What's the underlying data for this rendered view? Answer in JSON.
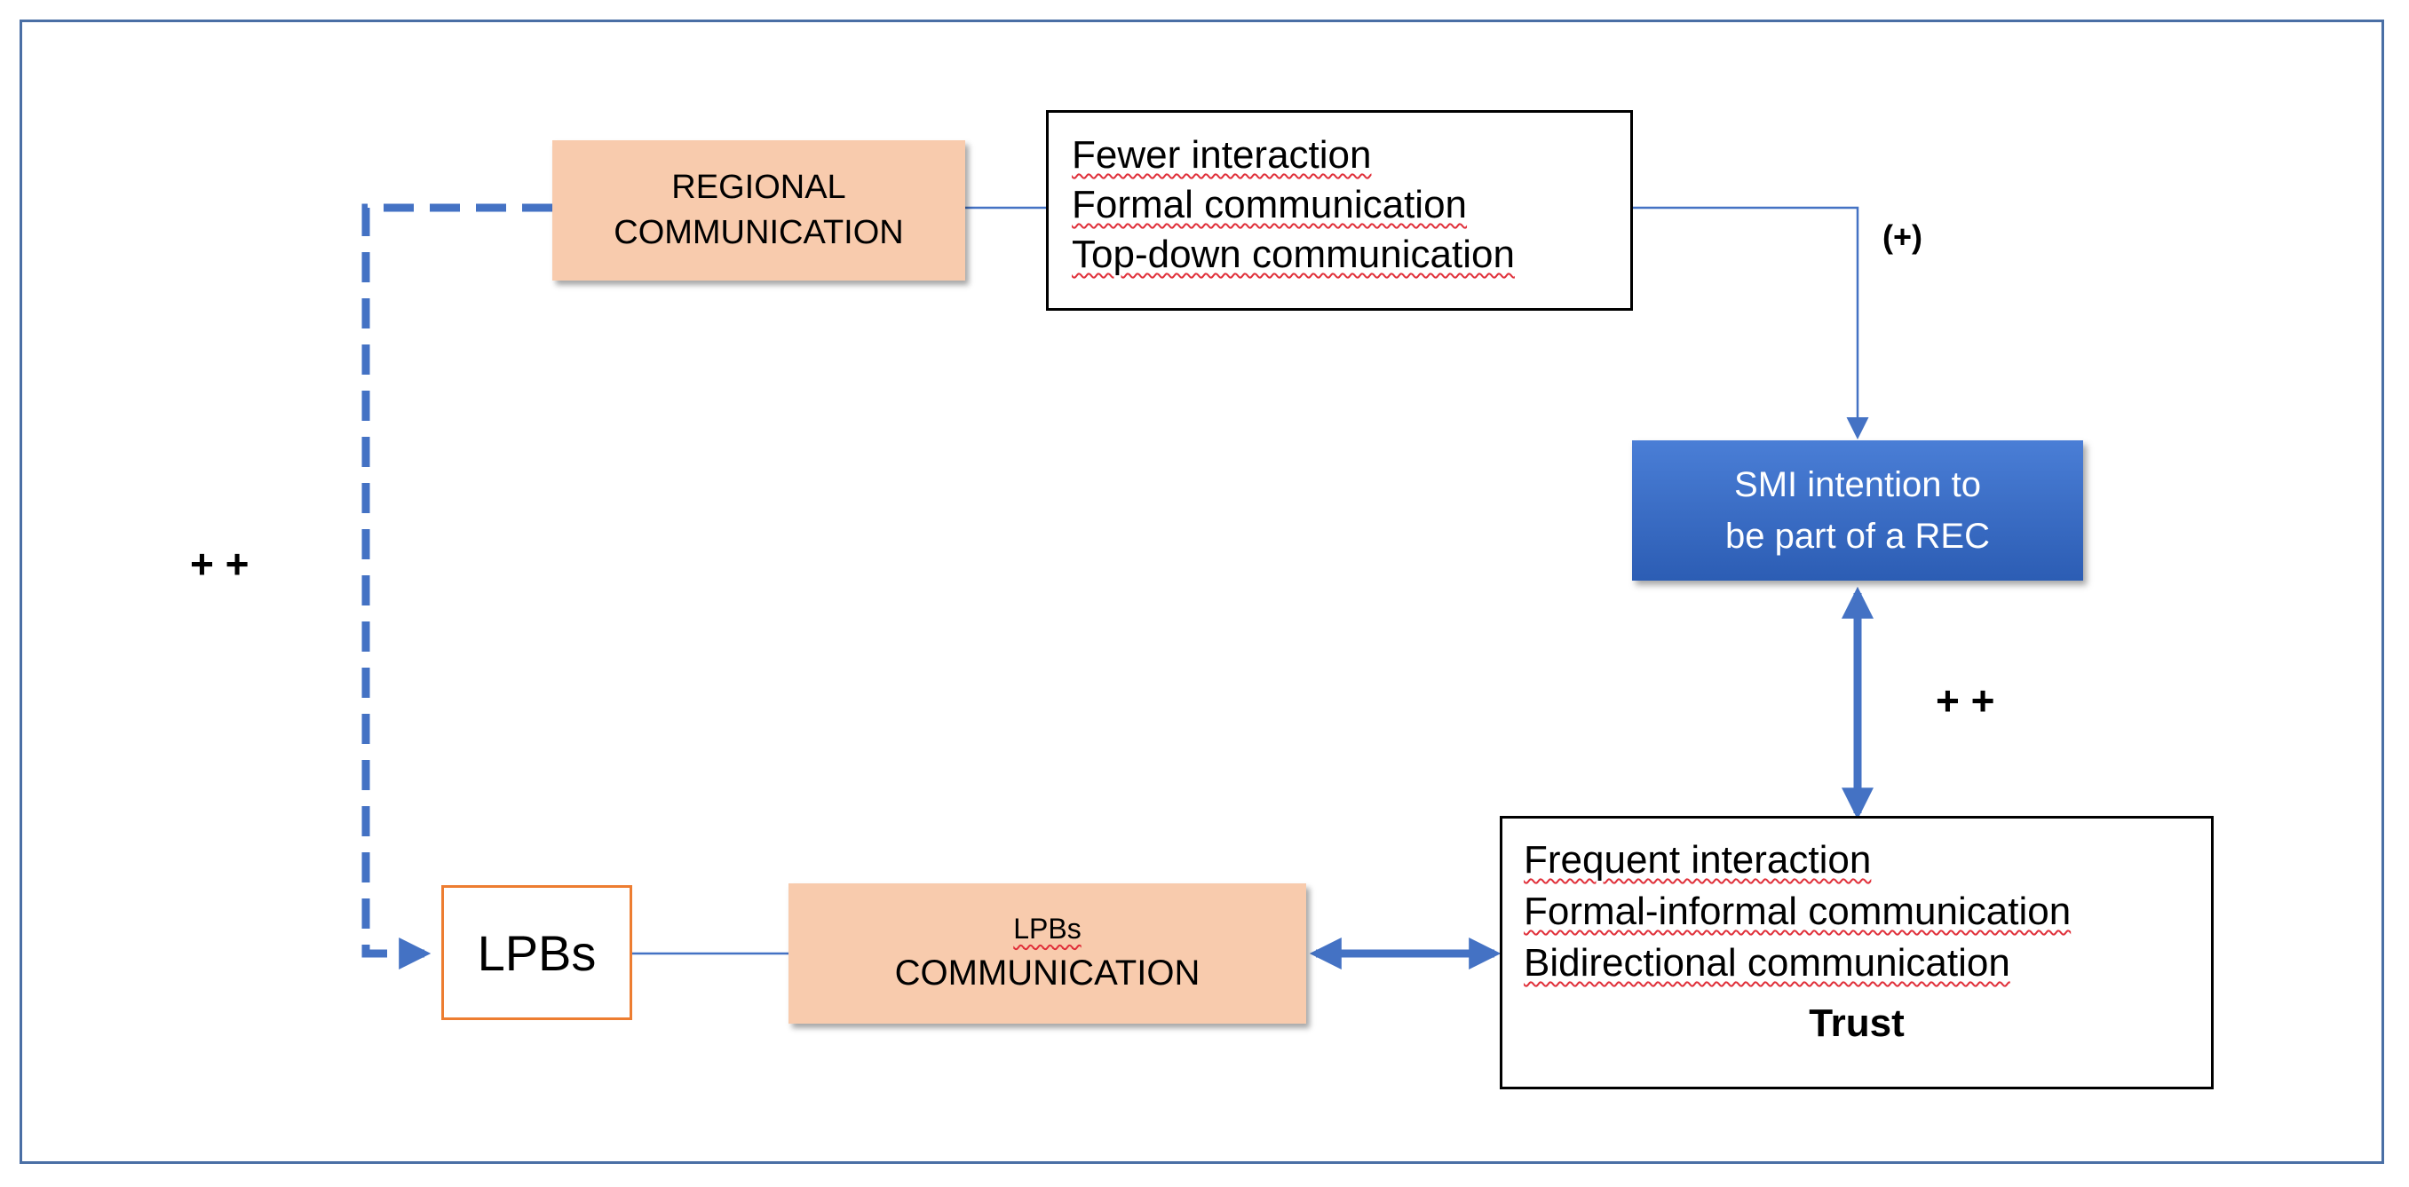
{
  "diagram": {
    "regional_box": {
      "line1": "REGIONAL",
      "line2": "COMMUNICATION"
    },
    "regional_traits": [
      "Fewer interaction",
      "Formal communication",
      "Top-down communication"
    ],
    "effect_label_top": "(+)",
    "smi_box": {
      "line1": "SMI intention to",
      "line2": "be part of a REC"
    },
    "effect_label_right": "+ +",
    "effect_label_left": "+ +",
    "lpbs_box": "LPBs",
    "lpbs_comm_box": {
      "line1": "LPBs",
      "line2": "COMMUNICATION"
    },
    "lpbs_traits": [
      "Frequent interaction",
      "Formal-informal communication",
      "Bidirectional communication"
    ],
    "trust_label": "Trust"
  },
  "colors": {
    "frame": "#4a6fa5",
    "connector": "#4472c4",
    "peach_fill": "#f8cbad",
    "smi_fill": "#3a6cc8",
    "lpbs_border": "#ed7d31"
  }
}
